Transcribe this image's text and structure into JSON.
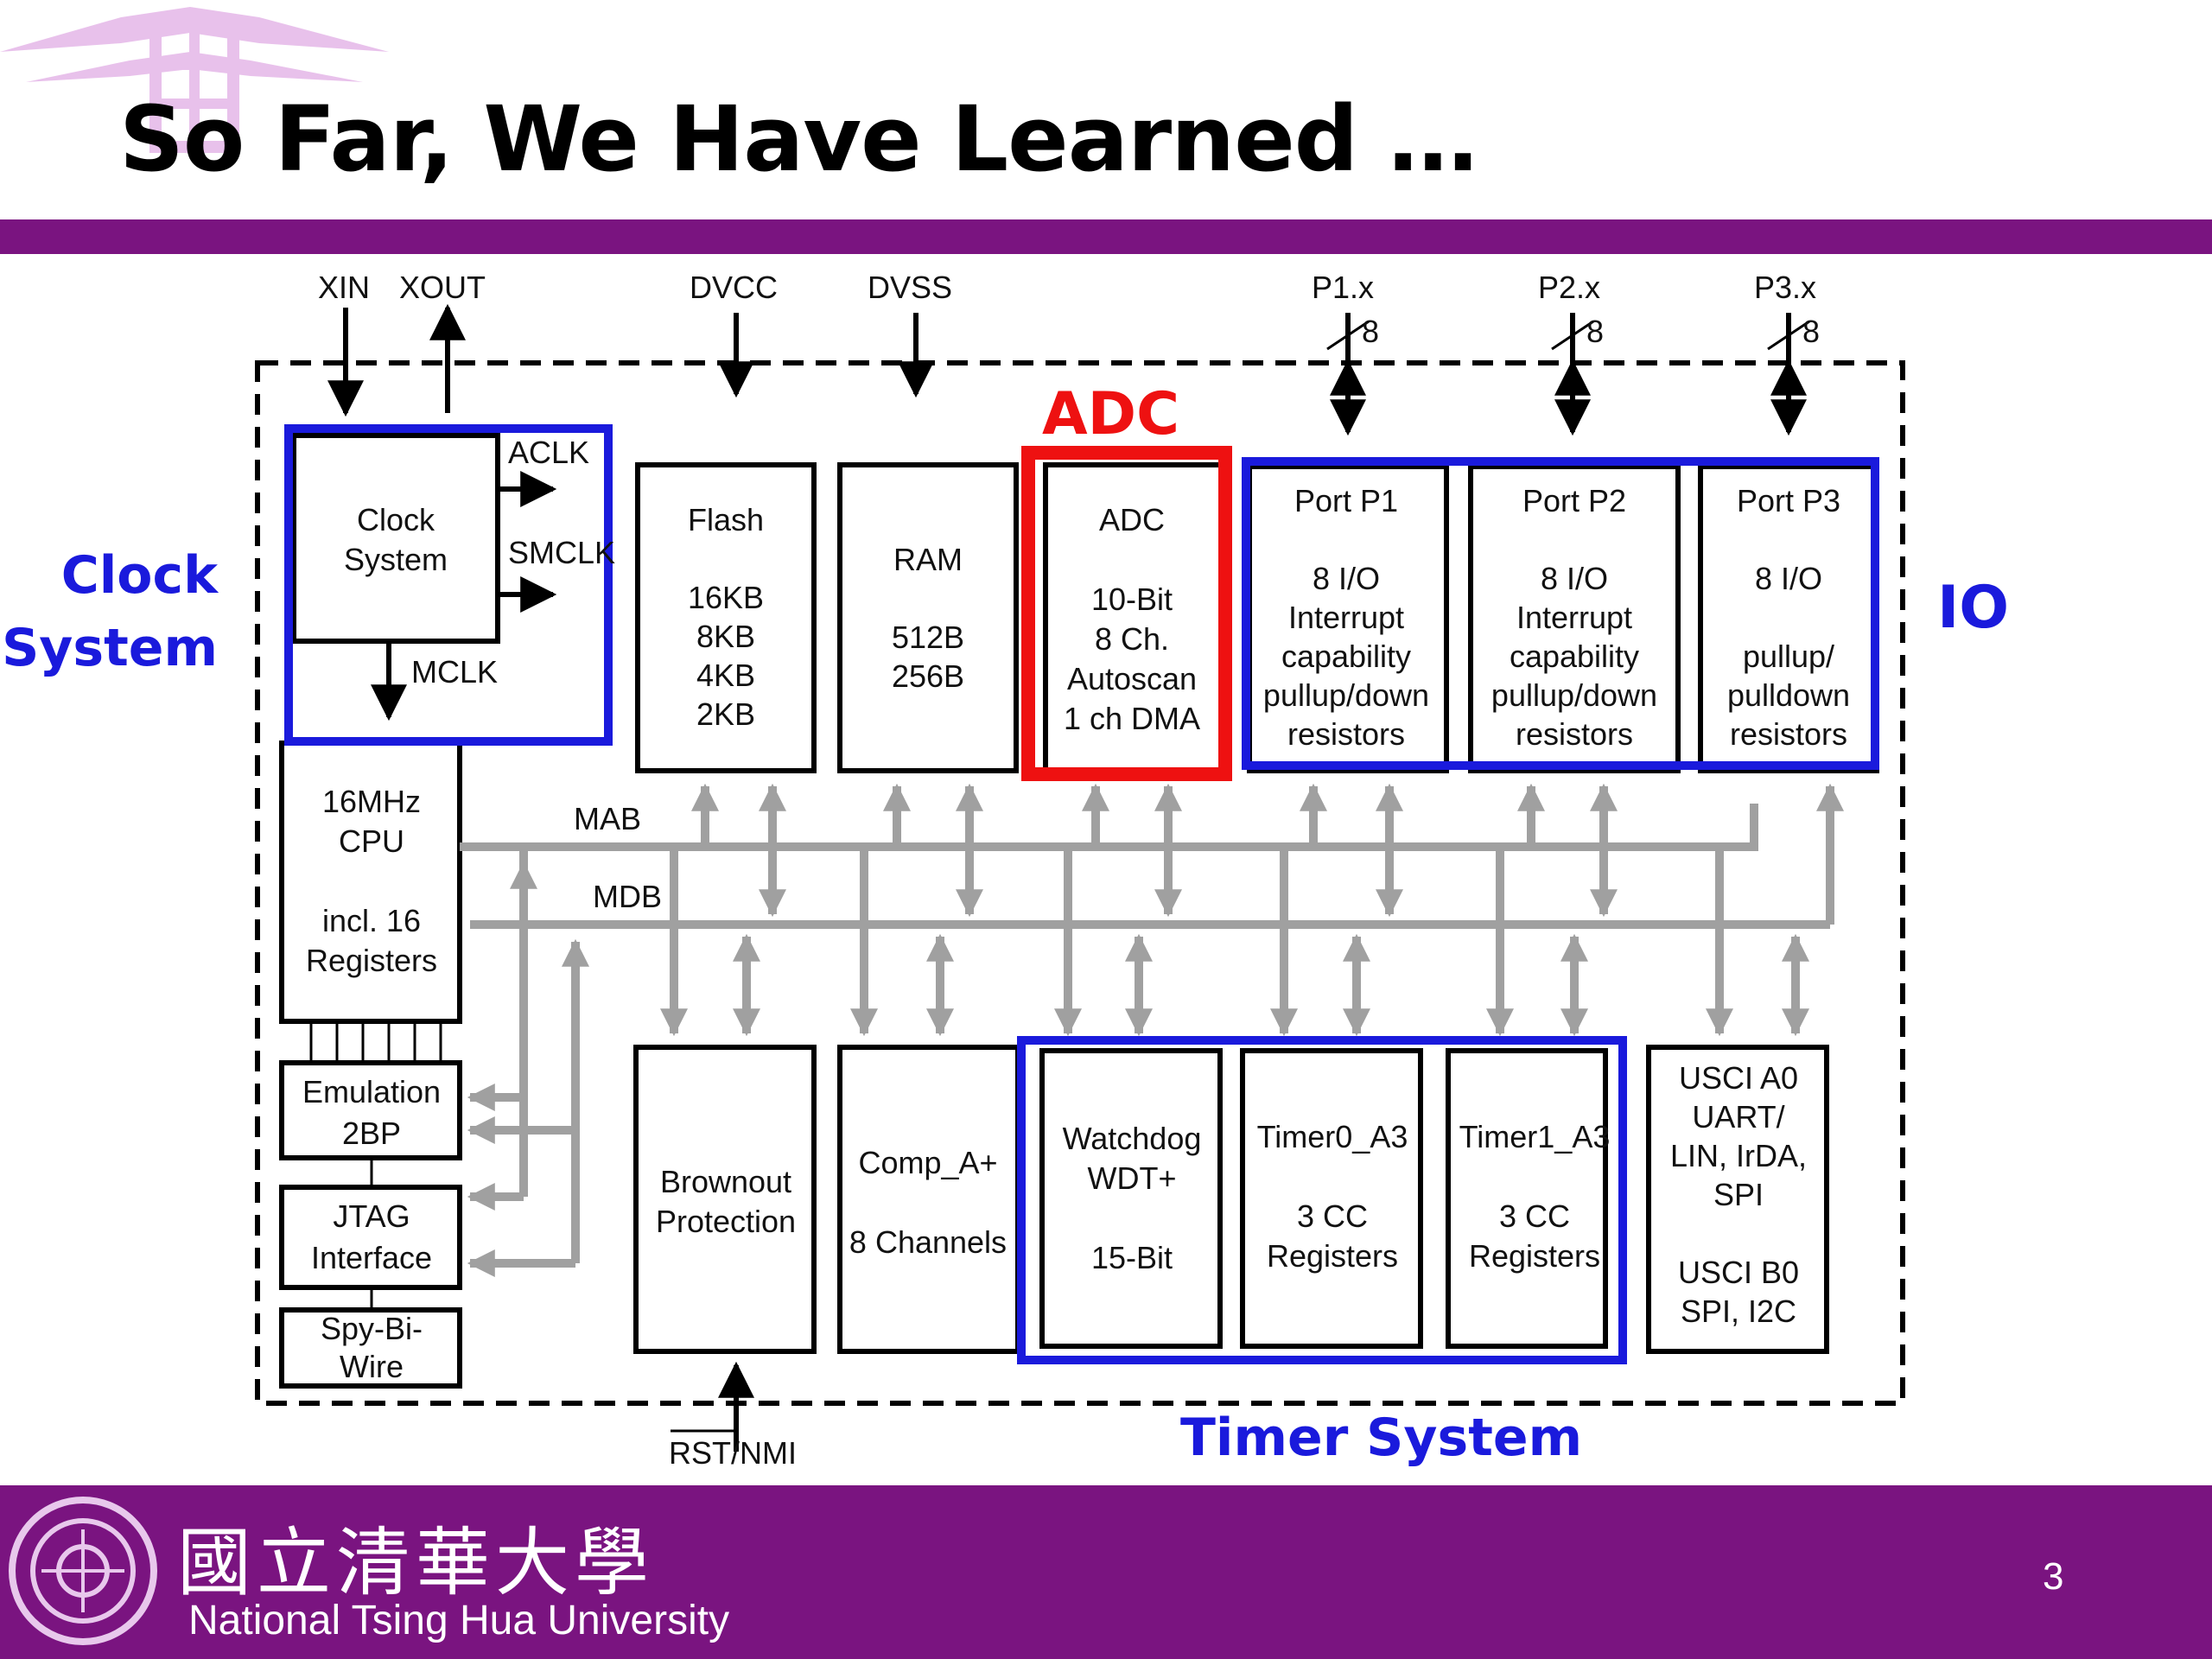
{
  "title": "So Far, We Have Learned …",
  "footer": {
    "university_cn": "國立清華大學",
    "university_en": "National Tsing Hua University",
    "page_number": "3"
  },
  "highlights": {
    "clock": [
      "Clock",
      "System"
    ],
    "io": "IO",
    "adc": "ADC",
    "timer": "Timer System"
  },
  "pins": {
    "xin": "XIN",
    "xout": "XOUT",
    "dvcc": "DVCC",
    "dvss": "DVSS",
    "p1": "P1.x",
    "p2": "P2.x",
    "p3": "P3.x",
    "width": "8",
    "rst": "RST/NMI"
  },
  "clock_block": {
    "lines": [
      "Clock",
      "System"
    ],
    "aclk": "ACLK",
    "smclk": "SMCLK",
    "mclk": "MCLK"
  },
  "memory_blocks": {
    "flash": [
      "Flash",
      "",
      "16KB",
      "8KB",
      "4KB",
      "2KB"
    ],
    "ram": [
      "RAM",
      "",
      "512B",
      "256B"
    ],
    "adc": [
      "ADC",
      "",
      "10-Bit",
      "8 Ch.",
      "Autoscan",
      "1 ch DMA"
    ]
  },
  "ports": {
    "p1": [
      "Port P1",
      "",
      "8 I/O",
      "Interrupt",
      "capability",
      "pullup/down",
      "resistors"
    ],
    "p2": [
      "Port P2",
      "",
      "8 I/O",
      "Interrupt",
      "capability",
      "pullup/down",
      "resistors"
    ],
    "p3": [
      "Port P3",
      "",
      "8 I/O",
      "",
      "pullup/",
      "pulldown",
      "resistors"
    ]
  },
  "cpu": [
    "16MHz",
    "CPU",
    "",
    "incl. 16",
    "Registers"
  ],
  "bus": {
    "mab": "MAB",
    "mdb": "MDB"
  },
  "left_stack": {
    "emulation": [
      "Emulation",
      "2BP"
    ],
    "jtag": [
      "JTAG",
      "Interface"
    ],
    "spy": [
      "Spy-Bi-",
      "Wire"
    ]
  },
  "bottom_blocks": {
    "brownout": [
      "Brownout",
      "Protection"
    ],
    "comp": [
      "Comp_A+",
      "",
      "8 Channels"
    ],
    "watchdog": [
      "Watchdog",
      "WDT+",
      "",
      "15-Bit"
    ],
    "timer0": [
      "Timer0_A3",
      "",
      "3 CC",
      "Registers"
    ],
    "timer1": [
      "Timer1_A3",
      "",
      "3 CC",
      "Registers"
    ],
    "usci": [
      "USCI A0",
      "UART/",
      "LIN, IrDA,",
      "SPI",
      "",
      "USCI B0",
      "SPI, I2C"
    ]
  },
  "colors": {
    "purple": "#7a1480",
    "blue": "#1a1adc",
    "red": "#ee1111",
    "gray": "#a0a0a0"
  }
}
